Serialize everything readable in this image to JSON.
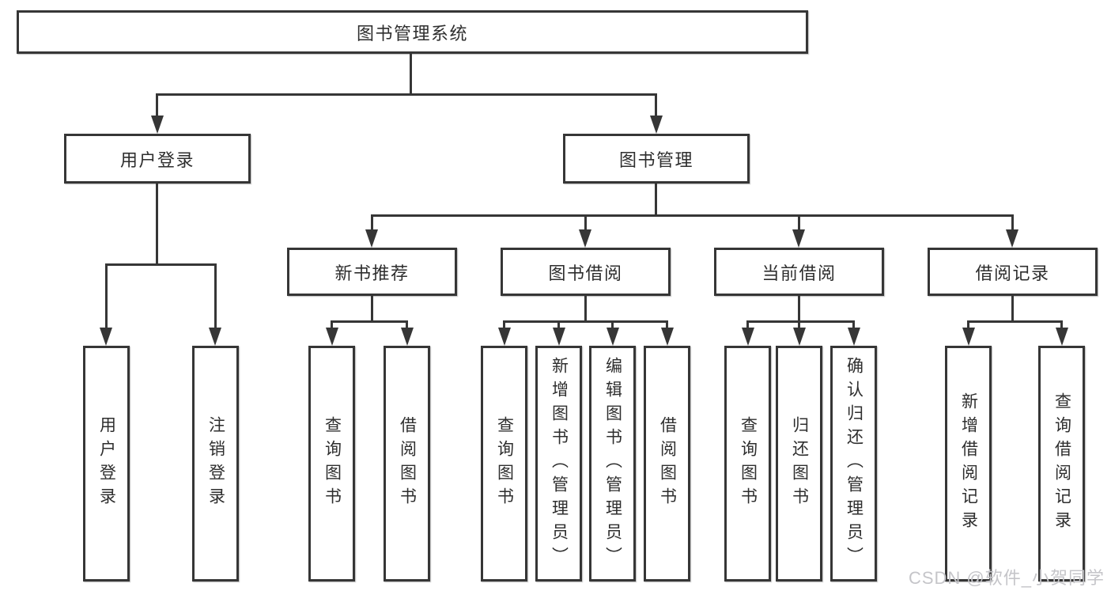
{
  "diagram": {
    "root": {
      "label": "图书管理系统"
    },
    "level2": [
      {
        "label": "用户登录"
      },
      {
        "label": "图书管理"
      }
    ],
    "level3": [
      {
        "label": "新书推荐",
        "parent": "图书管理"
      },
      {
        "label": "图书借阅",
        "parent": "图书管理"
      },
      {
        "label": "当前借阅",
        "parent": "图书管理"
      },
      {
        "label": "借阅记录",
        "parent": "图书管理"
      }
    ],
    "leaves": [
      {
        "label": "用户登录",
        "parent": "用户登录"
      },
      {
        "label": "注销登录",
        "parent": "用户登录"
      },
      {
        "label": "查询图书",
        "parent": "新书推荐"
      },
      {
        "label": "借阅图书",
        "parent": "新书推荐"
      },
      {
        "label": "查询图书",
        "parent": "图书借阅"
      },
      {
        "label": "新增图书（管理员）",
        "parent": "图书借阅"
      },
      {
        "label": "编辑图书（管理员）",
        "parent": "图书借阅"
      },
      {
        "label": "借阅图书",
        "parent": "图书借阅"
      },
      {
        "label": "查询图书",
        "parent": "当前借阅"
      },
      {
        "label": "归还图书",
        "parent": "当前借阅"
      },
      {
        "label": "确认归还（管理员）",
        "parent": "当前借阅"
      },
      {
        "label": "新增借阅记录",
        "parent": "借阅记录"
      },
      {
        "label": "查询借阅记录",
        "parent": "借阅记录"
      }
    ],
    "watermark": "CSDN @软件_小贺同学",
    "colors": {
      "line": "#363636",
      "box_border": "#363636",
      "background": "#ffffff",
      "watermark_text": "#c5c5c9"
    }
  }
}
